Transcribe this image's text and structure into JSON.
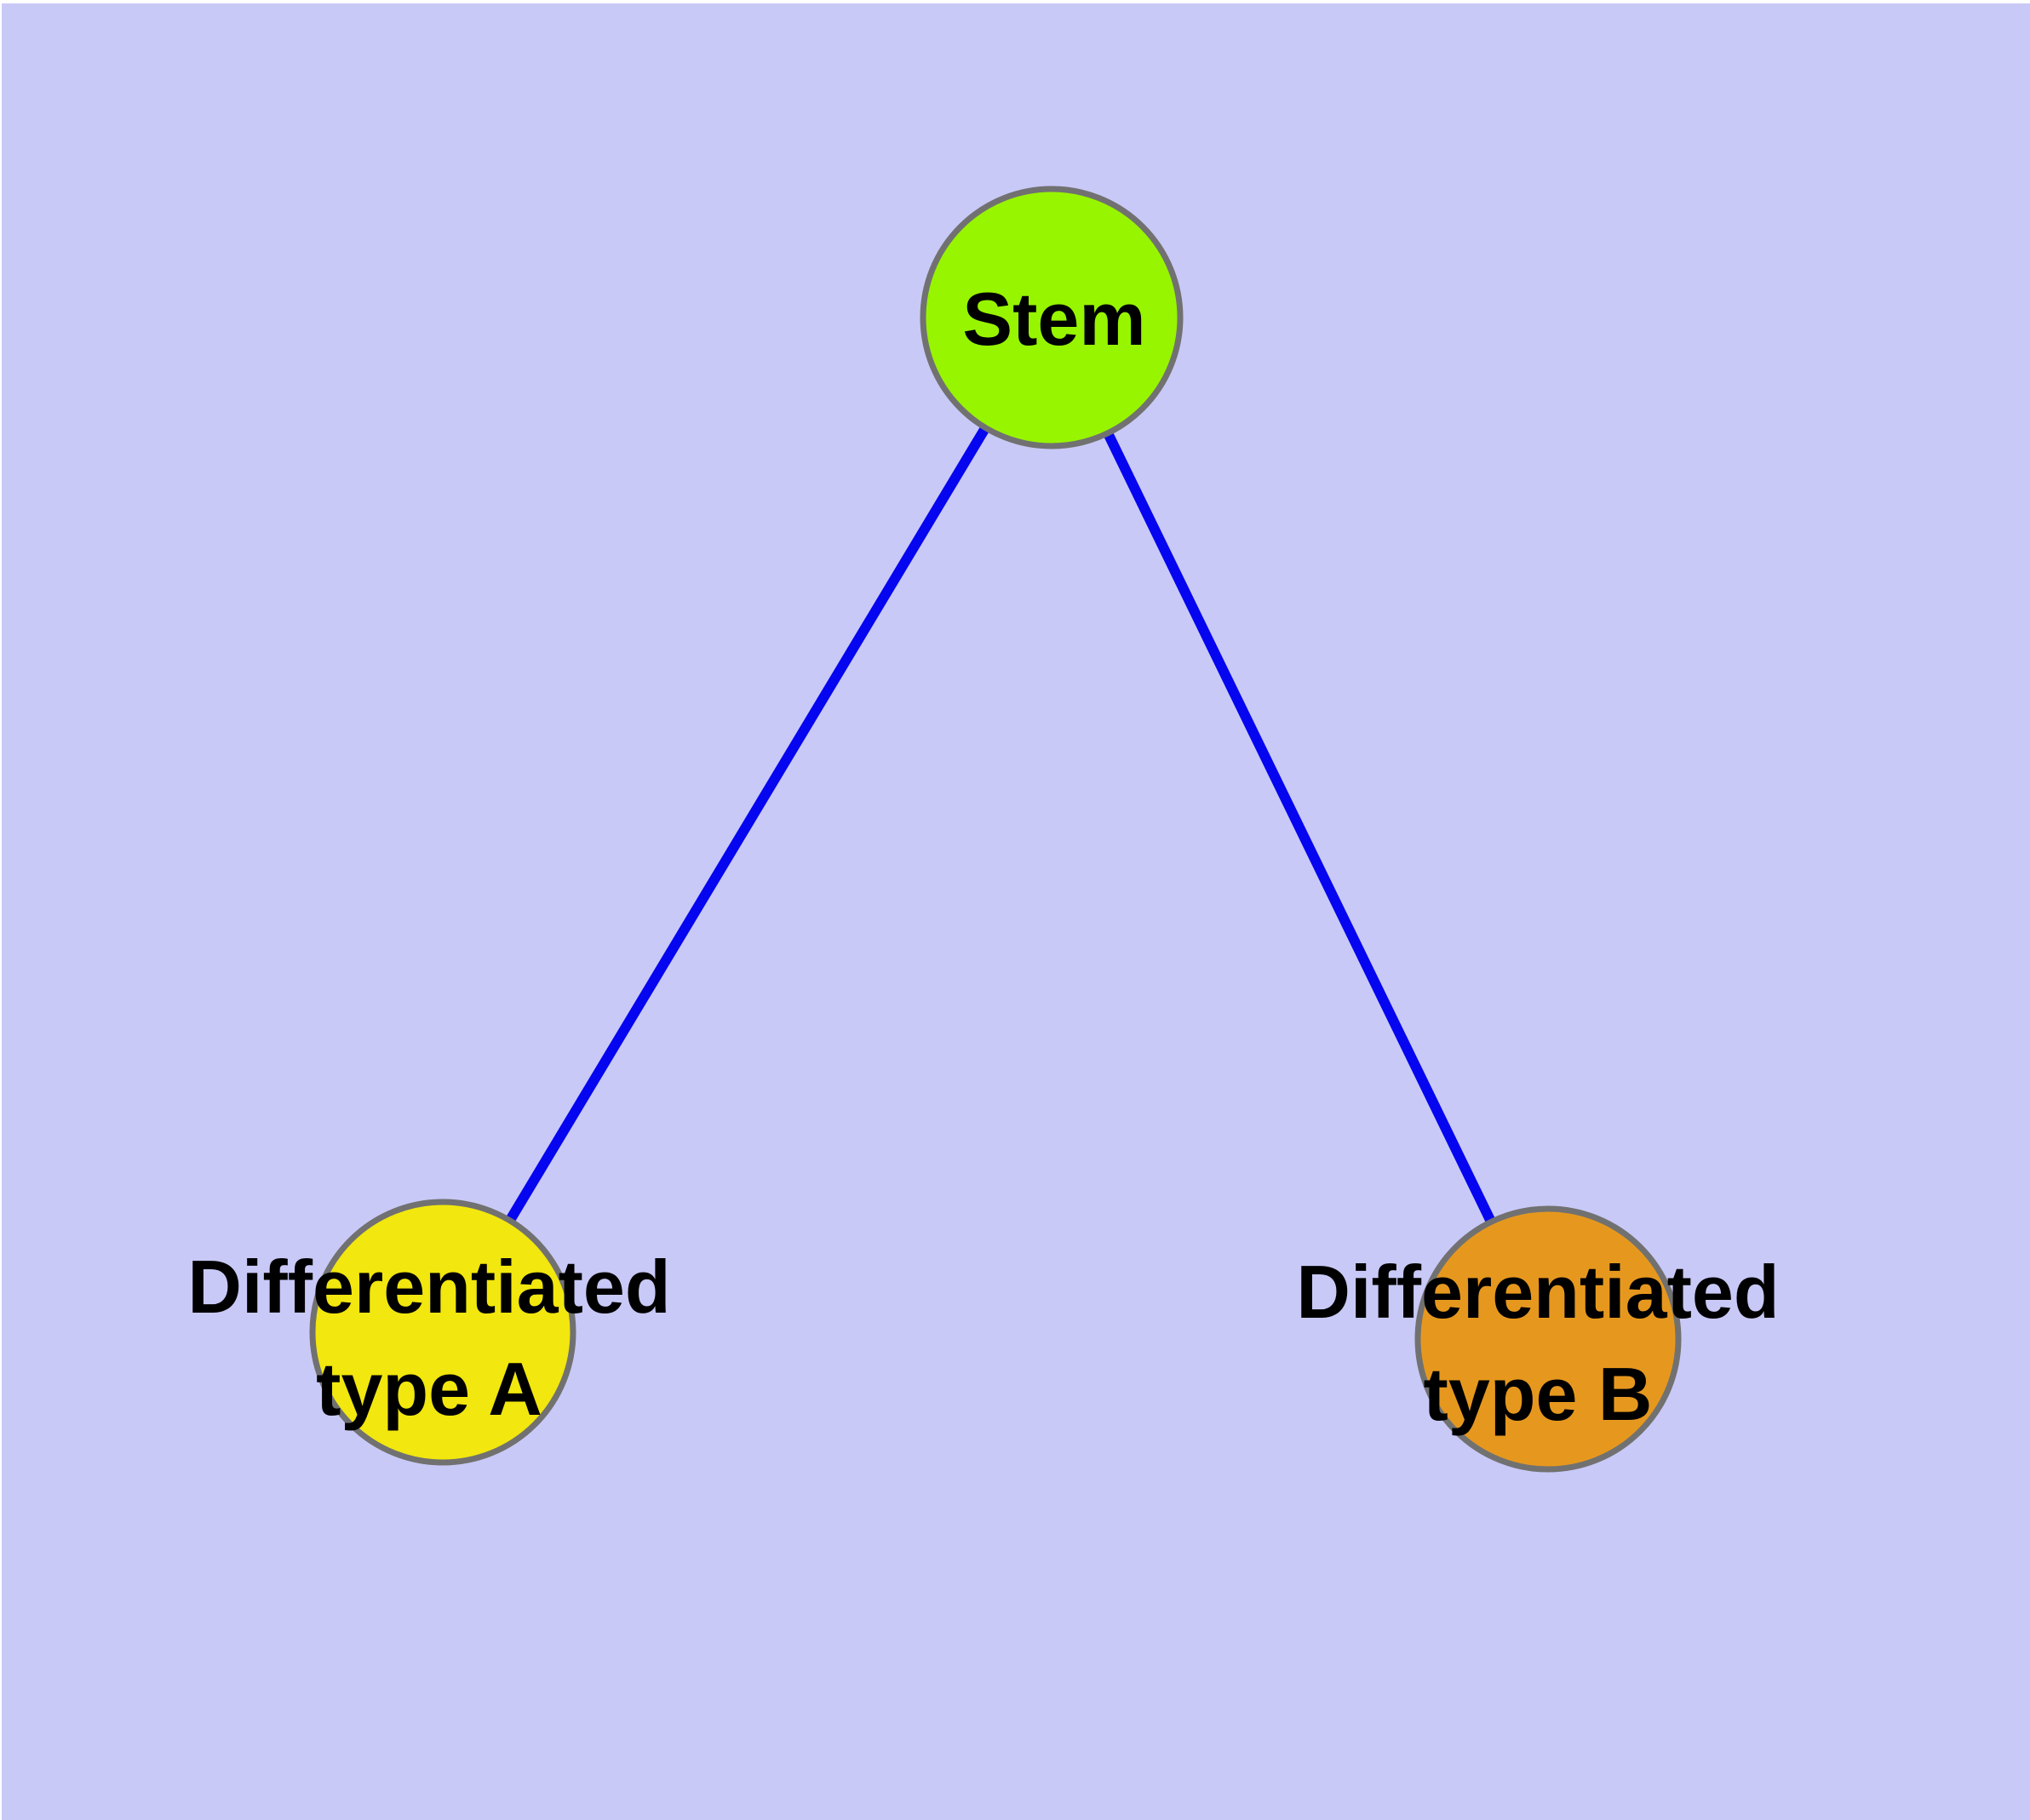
{
  "diagram": {
    "title": "",
    "background_color": "#c9c9f7",
    "margin_color": "#ffffff",
    "edge_color": "#0505f0",
    "node_border_color": "#717171",
    "text_color": "#000000",
    "nodes": [
      {
        "id": "stem",
        "label_line1": "Stem",
        "label_line2": "",
        "color": "#97f500",
        "shape": "circle"
      },
      {
        "id": "type-a",
        "label_line1": "Differentiated",
        "label_line2": "type A",
        "color": "#f2e70e",
        "shape": "circle"
      },
      {
        "id": "type-b",
        "label_line1": "Differentiated",
        "label_line2": "type B",
        "color": "#e6981e",
        "shape": "circle"
      }
    ],
    "edges": [
      {
        "from": "Stem",
        "to": "Differentiated type A"
      },
      {
        "from": "Stem",
        "to": "Differentiated type B"
      }
    ]
  }
}
